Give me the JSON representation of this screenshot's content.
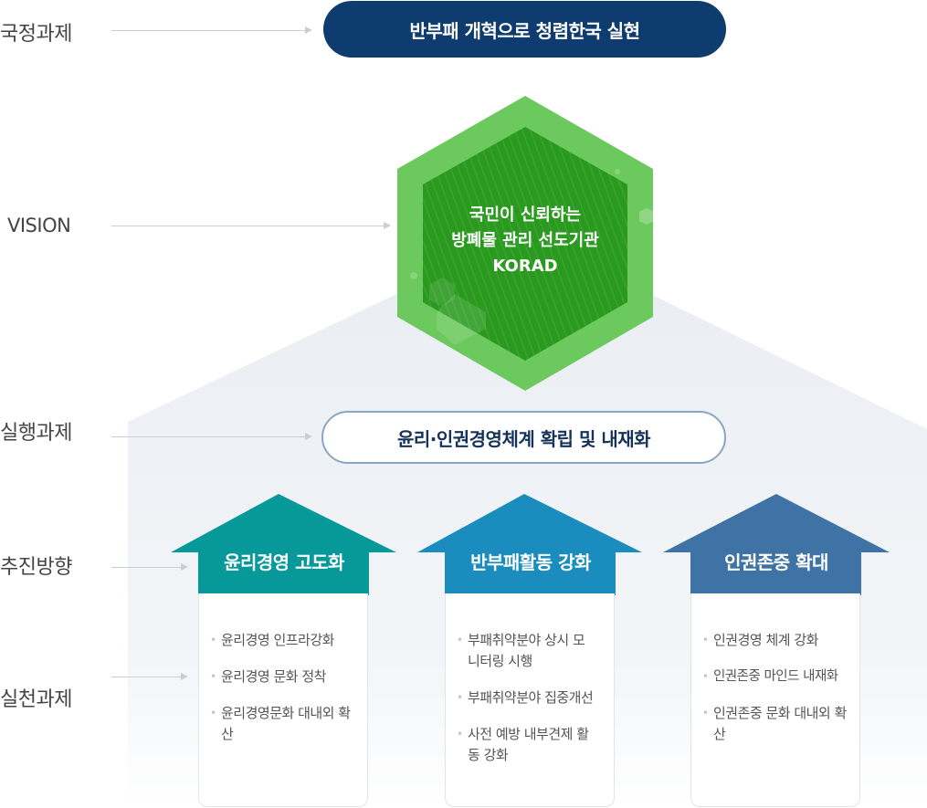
{
  "labels": {
    "national": "국정과제",
    "vision": "VISION",
    "task": "실행과제",
    "direction": "추진방향",
    "practice": "실천과제"
  },
  "national_task": "반부패 개혁으로 청렴한국 실현",
  "vision": {
    "line1": "국민이 신뢰하는",
    "line2": "방폐물 관리 선도기관",
    "line3": "KORAD"
  },
  "execution_task": "윤리·인권경영체계 확립 및 내재화",
  "directions": [
    {
      "title": "윤리경영 고도화",
      "color": "#07989a",
      "items": [
        "윤리경영 인프라강화",
        "윤리경영 문화 정착",
        "윤리경영문화 대내외 확산"
      ]
    },
    {
      "title": "반부패활동 강화",
      "color": "#1b8cbe",
      "items": [
        "부패취약분야 상시 모니터링 시행",
        "부패취약분야 집중개선",
        "사전 예방 내부견제 활동 강화"
      ]
    },
    {
      "title": "인권존중 확대",
      "color": "#3f73a5",
      "items": [
        "인권경영 체계 강화",
        "인권존중 마인드 내재화",
        "인권존중 문화 대내외 확산"
      ]
    }
  ],
  "colors": {
    "national_bg": "#0e3c6e",
    "hex_outer": "#6cc95d",
    "hex_inner": "#2a9a1f",
    "task_border": "#8aa6c4"
  }
}
